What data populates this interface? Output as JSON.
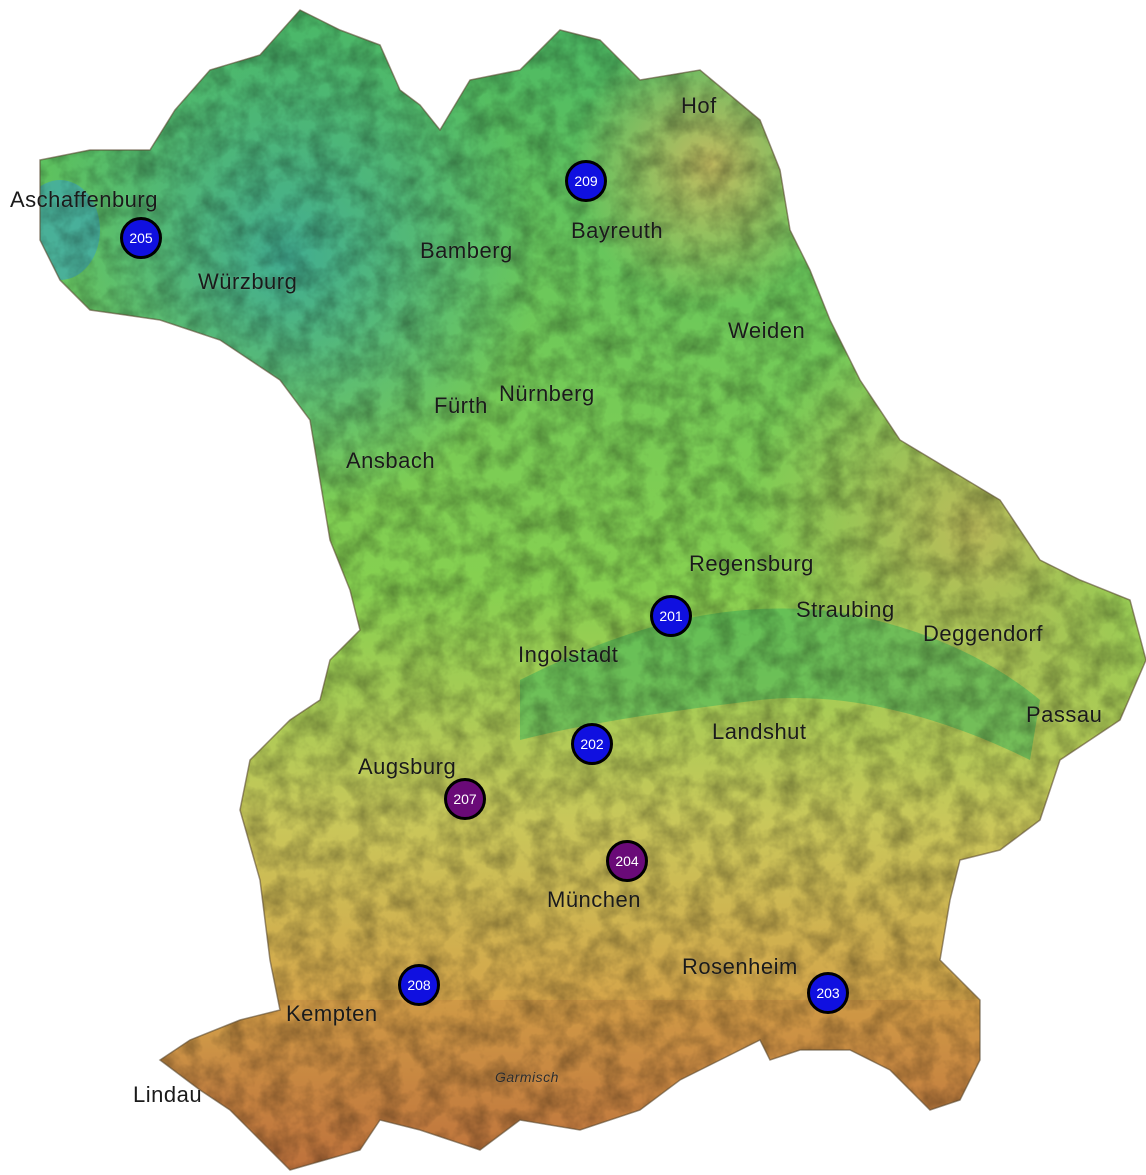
{
  "cities": [
    {
      "id": "hof",
      "label": "Hof"
    },
    {
      "id": "aschaffenburg",
      "label": "Aschaffenburg"
    },
    {
      "id": "bayreuth",
      "label": "Bayreuth"
    },
    {
      "id": "bamberg",
      "label": "Bamberg"
    },
    {
      "id": "wuerzburg",
      "label": "Würzburg"
    },
    {
      "id": "weiden",
      "label": "Weiden"
    },
    {
      "id": "fuerth",
      "label": "Fürth"
    },
    {
      "id": "nuernberg",
      "label": "Nürnberg"
    },
    {
      "id": "ansbach",
      "label": "Ansbach"
    },
    {
      "id": "regensburg",
      "label": "Regensburg"
    },
    {
      "id": "straubing",
      "label": "Straubing"
    },
    {
      "id": "deggendorf",
      "label": "Deggendorf"
    },
    {
      "id": "ingolstadt",
      "label": "Ingolstadt"
    },
    {
      "id": "passau",
      "label": "Passau"
    },
    {
      "id": "landshut",
      "label": "Landshut"
    },
    {
      "id": "augsburg",
      "label": "Augsburg"
    },
    {
      "id": "muenchen",
      "label": "München"
    },
    {
      "id": "rosenheim",
      "label": "Rosenheim"
    },
    {
      "id": "kempten",
      "label": "Kempten"
    },
    {
      "id": "lindau",
      "label": "Lindau"
    },
    {
      "id": "garmisch",
      "label": "Garmisch"
    }
  ],
  "markers": [
    {
      "id": "205",
      "label": "205",
      "color": "#1010e0"
    },
    {
      "id": "209",
      "label": "209",
      "color": "#1010e0"
    },
    {
      "id": "201",
      "label": "201",
      "color": "#1010e0"
    },
    {
      "id": "202",
      "label": "202",
      "color": "#1010e0"
    },
    {
      "id": "207",
      "label": "207",
      "color": "#6a0a78"
    },
    {
      "id": "204",
      "label": "204",
      "color": "#6a0a78"
    },
    {
      "id": "208",
      "label": "208",
      "color": "#1010e0"
    },
    {
      "id": "203",
      "label": "203",
      "color": "#1010e0"
    }
  ]
}
